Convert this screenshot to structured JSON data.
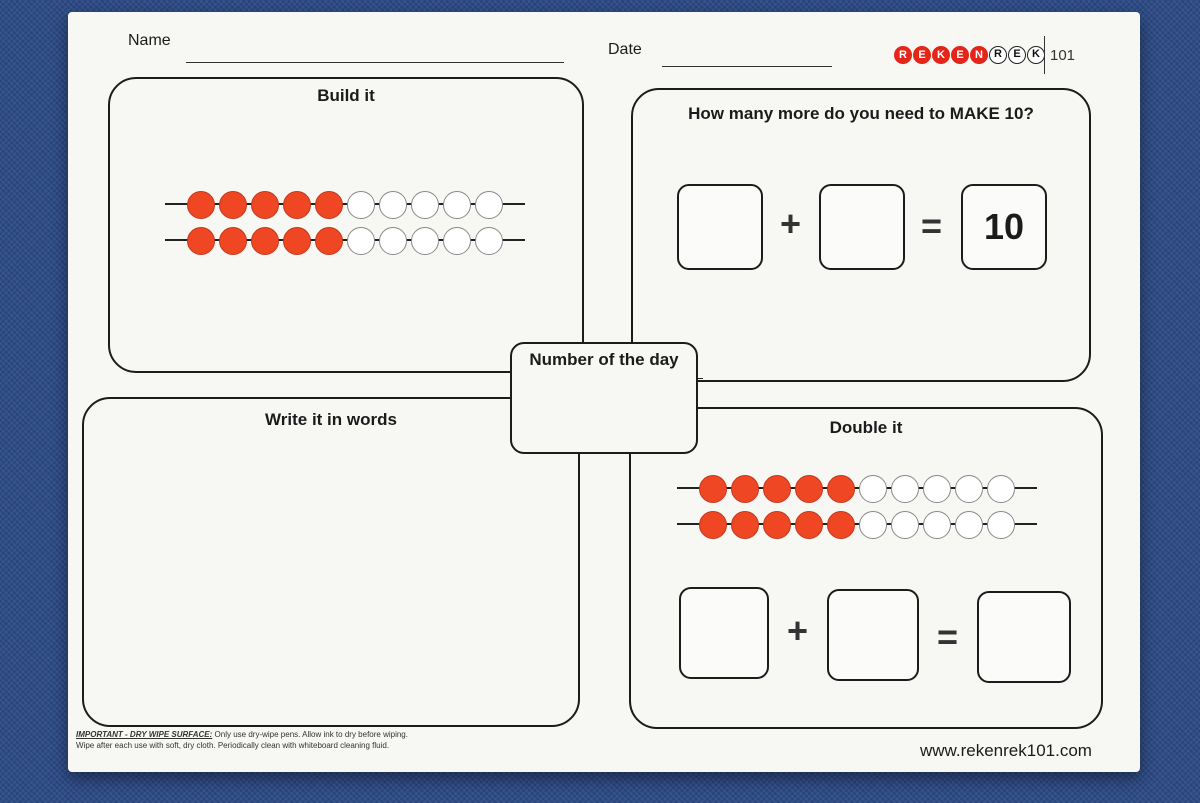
{
  "header": {
    "name_label": "Name",
    "date_label": "Date",
    "logo": {
      "letters": [
        "R",
        "E",
        "K",
        "E",
        "N",
        "R",
        "E",
        "K"
      ],
      "styles": [
        "red",
        "red",
        "red",
        "red",
        "red",
        "white",
        "white",
        "white"
      ],
      "suffix": "101"
    }
  },
  "panels": {
    "build_it": {
      "title": "Build it",
      "abacus": [
        {
          "red": 5,
          "white": 5
        },
        {
          "red": 5,
          "white": 5
        }
      ]
    },
    "make_ten": {
      "title": "How many more do you need to MAKE 10?",
      "plus": "+",
      "equals": "=",
      "result": "10"
    },
    "number_of_day": {
      "title": "Number of the day"
    },
    "write_words": {
      "title": "Write it in words"
    },
    "double_it": {
      "title": "Double it",
      "abacus": [
        {
          "red": 5,
          "white": 5
        },
        {
          "red": 5,
          "white": 5
        }
      ],
      "plus": "+",
      "equals": "="
    }
  },
  "footer": {
    "important_label": "IMPORTANT - DRY WIPE SURFACE:",
    "line1": "Only use dry-wipe pens. Allow ink to dry before wiping.",
    "line2": "Wipe after each use with soft, dry cloth. Periodically clean with whiteboard cleaning fluid.",
    "website": "www.rekenrek101.com"
  },
  "colors": {
    "bead_red": "#ef4623",
    "logo_red": "#e32619",
    "background_blue": "#2b4a86"
  }
}
